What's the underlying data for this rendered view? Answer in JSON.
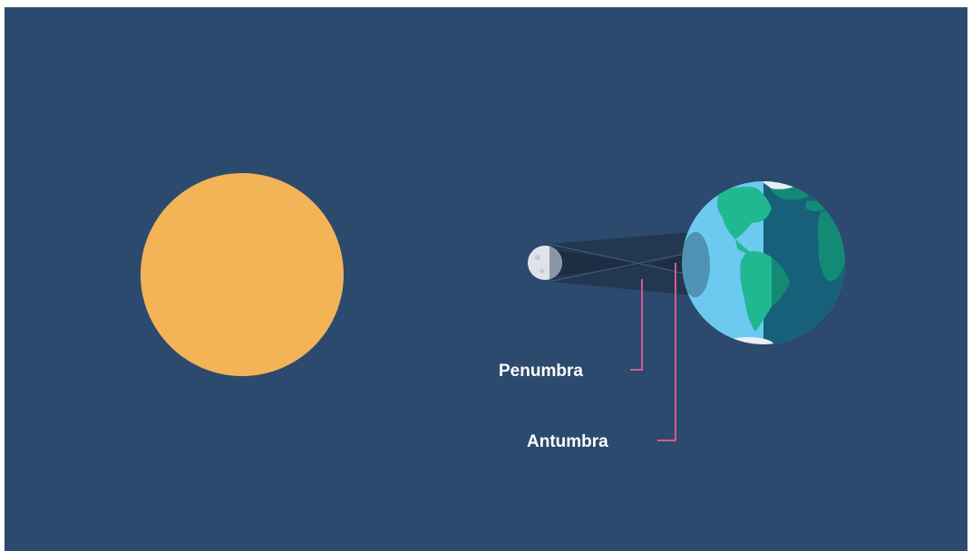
{
  "diagram": {
    "labels": {
      "penumbra": "Penumbra",
      "antumbra": "Antumbra"
    },
    "bodies": [
      "sun",
      "moon",
      "earth"
    ],
    "colors": {
      "background": "#2c4a6d",
      "sun": "#f2b457",
      "moon_light": "#dfe3e8",
      "moon_dark": "#8a97a6",
      "earth_ocean_day": "#6ccaf0",
      "earth_ocean_night": "#17607a",
      "earth_land_day": "#20b891",
      "earth_land_night": "#138a75",
      "ice": "#e8eef2",
      "pointer_line": "#d45a92",
      "label_text": "#ffffff"
    }
  }
}
